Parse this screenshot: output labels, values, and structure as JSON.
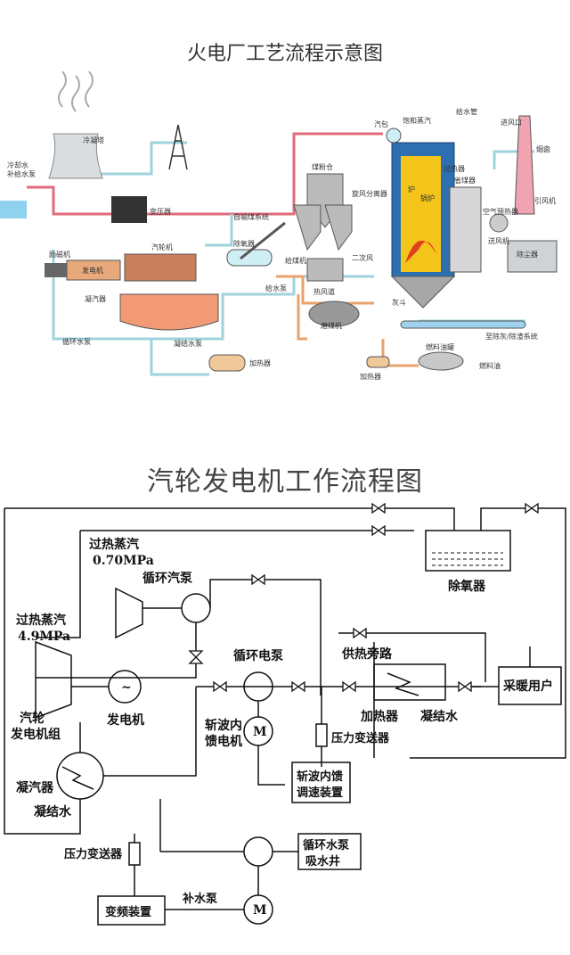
{
  "titles": {
    "top": "火电厂工艺流程示意图",
    "bottom": "汽轮发电机工作流程图"
  },
  "plant_labels": {
    "cooling_tower": "冷凝塔",
    "cooling_water_in": "冷却水",
    "cooling_water_in2": "补给水泵",
    "transformer": "变压器",
    "exciter": "励磁机",
    "generator": "发电机",
    "turbine": "汽轮机",
    "condenser": "凝汽器",
    "circ_pump": "循环水泵",
    "cond_pump": "凝结水泵",
    "heater": "加热器",
    "deaerator": "除氧器",
    "feed_pump": "给水泵",
    "coal_conveyor": "自输煤系统",
    "bunker": "煤粉仓",
    "separator": "旋风分离器",
    "coal_bin": "给煤机",
    "secondary_air": "二次风",
    "hot_air": "热风道",
    "mill": "磨煤机",
    "ash_hopper": "灰斗",
    "superheated_steam": "饱和蒸汽",
    "feed_water": "给水管",
    "superheater": "过热器",
    "reheater": "省煤器",
    "furnace": "炉",
    "boiler": "锅炉",
    "air_preheater": "空气预热器",
    "fan": "送风机",
    "id_fan": "引风机",
    "dust_collector": "除尘器",
    "chimney": "烟囱",
    "ash_system": "至除灰/除渣系统",
    "oil_tank": "燃料油罐",
    "fuel_oil": "燃料油",
    "oil_heater": "加热器",
    "steam_drum": "汽包",
    "air_inlet": "进风口"
  },
  "turbine_labels": {
    "superheated_070": "过热蒸汽",
    "pressure_070": "0.70MPa",
    "circ_steam_pump": "循环汽泵",
    "superheated_49": "过热蒸汽",
    "pressure_49": "4.9MPa",
    "turbine_set_1": "汽轮",
    "turbine_set_2": "发电机组",
    "generator": "发电机",
    "circ_elec_pump": "循环电泵",
    "feedback_motor_1": "斩波内",
    "feedback_motor_2": "馈电机",
    "motor_m": "M",
    "motor_m2": "M",
    "pressure_transmitter": "压力变送器",
    "speed_device_1": "斩波内馈",
    "speed_device_2": "调速装置",
    "heating_bypass": "供热旁路",
    "heater": "加热器",
    "condensate": "凝结水",
    "heating_user": "采暖用户",
    "deaerator": "除氧器",
    "condenser": "凝汽器",
    "condensate2": "凝结水",
    "pressure_transmitter2": "压力变送器",
    "circ_water_pump_1": "循环水泵",
    "circ_water_pump_2": "吸水井",
    "makeup_pump": "补水泵",
    "vfd_device": "变频装置",
    "generator_symbol": "~"
  }
}
